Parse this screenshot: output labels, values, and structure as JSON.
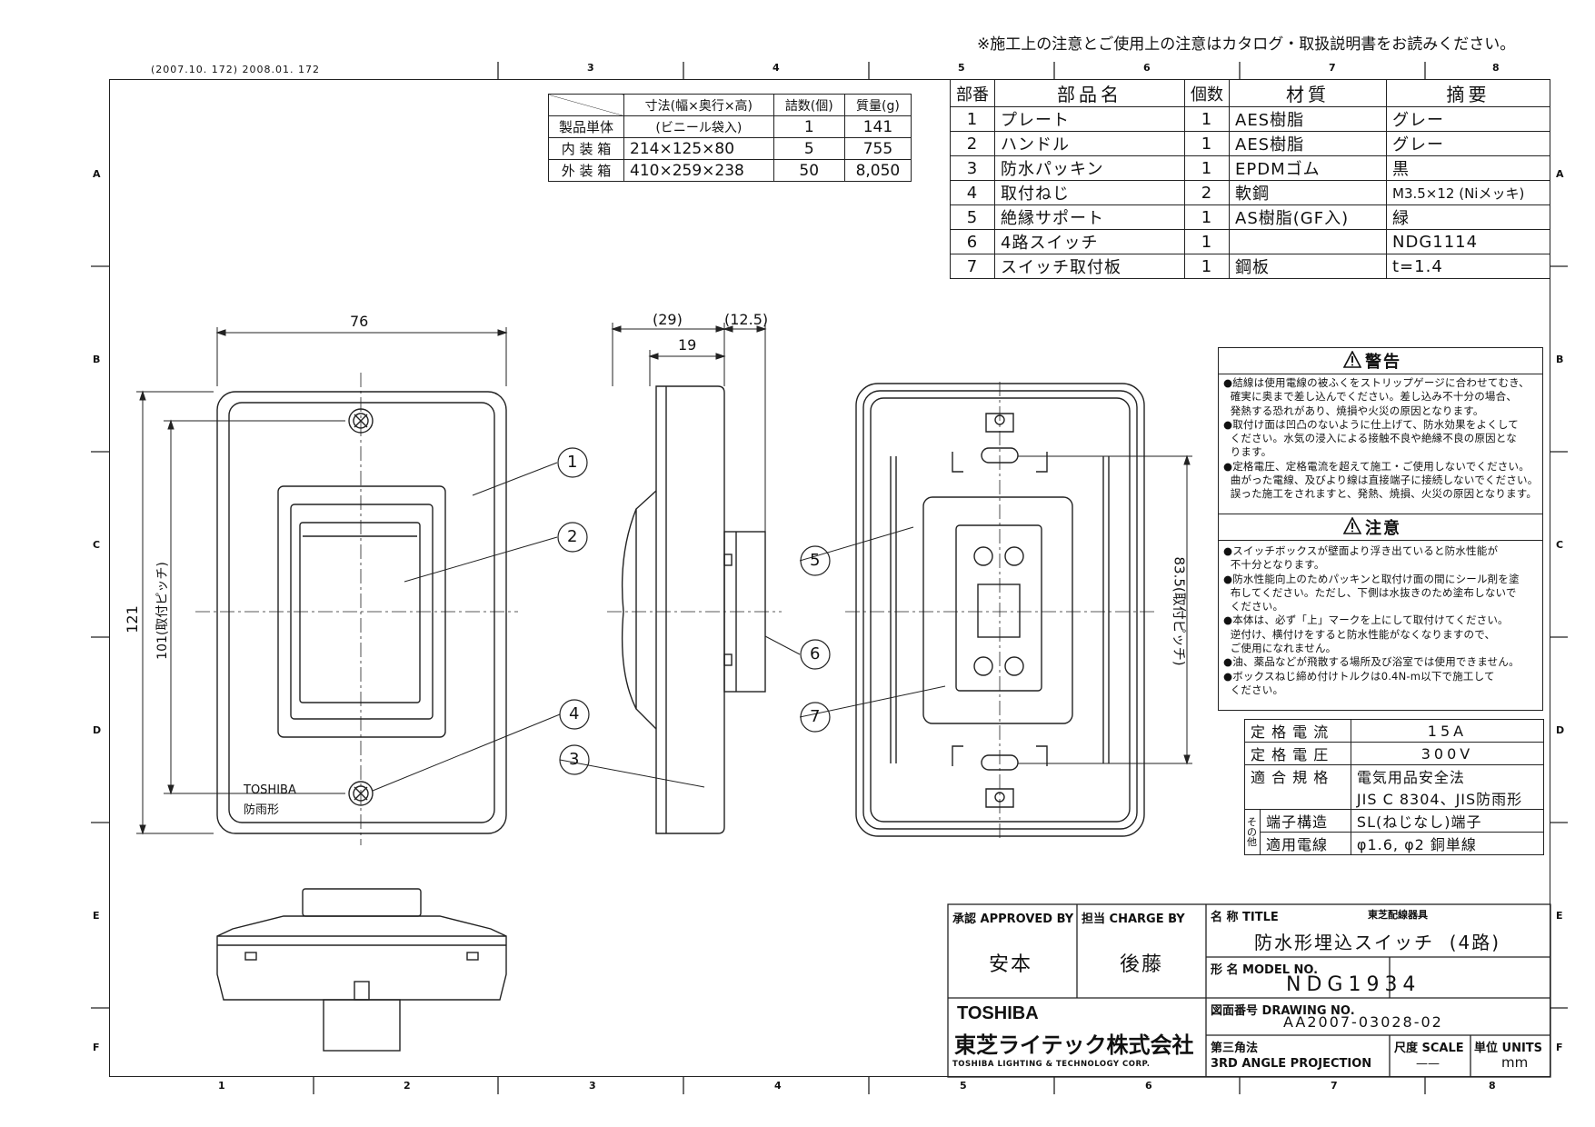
{
  "header": {
    "note": "※施工上の注意とご使用上の注意はカタログ・取扱説明書をお読みください。",
    "revision": "(2007.10.  172)    2008.01.     172"
  },
  "zones": {
    "top": [
      "3",
      "4",
      "5",
      "6",
      "7",
      "8"
    ],
    "bottom": [
      "1",
      "2",
      "3",
      "4",
      "5",
      "6",
      "7",
      "8"
    ],
    "rows": [
      "A",
      "B",
      "C",
      "D",
      "E",
      "F"
    ]
  },
  "packing": {
    "headers": [
      "寸法(幅×奥行×高)",
      "詰数(個)",
      "質量(g)"
    ],
    "rows": [
      {
        "name": "製品単体",
        "dims": "(ビニール袋入)",
        "qty": "1",
        "mass": "141"
      },
      {
        "name": "内 装 箱",
        "dims": "214×125×80",
        "qty": "5",
        "mass": "755"
      },
      {
        "name": "外 装 箱",
        "dims": "410×259×238",
        "qty": "50",
        "mass": "8,050"
      }
    ]
  },
  "parts": {
    "headers": [
      "部番",
      "部品名",
      "個数",
      "材質",
      "摘要"
    ],
    "rows": [
      {
        "no": "1",
        "name": "プレート",
        "qty": "1",
        "material": "AES樹脂",
        "note": "グレー"
      },
      {
        "no": "2",
        "name": "ハンドル",
        "qty": "1",
        "material": "AES樹脂",
        "note": "グレー"
      },
      {
        "no": "3",
        "name": "防水パッキン",
        "qty": "1",
        "material": "EPDMゴム",
        "note": "黒"
      },
      {
        "no": "4",
        "name": "取付ねじ",
        "qty": "2",
        "material": "軟鋼",
        "note": "M3.5×12 (Niメッキ)"
      },
      {
        "no": "5",
        "name": "絶縁サポート",
        "qty": "1",
        "material": "AS樹脂(GF入)",
        "note": "緑"
      },
      {
        "no": "6",
        "name": "4路スイッチ",
        "qty": "1",
        "material": "",
        "note": "NDG1114"
      },
      {
        "no": "7",
        "name": "スイッチ取付板",
        "qty": "1",
        "material": "鋼板",
        "note": "t=1.4"
      }
    ]
  },
  "warning": {
    "title": "警告",
    "text": "●結線は使用電線の被ふくをストリップゲージに合わせてむき、\n  確実に奥まで差し込んでください。差し込み不十分の場合、\n  発熱する恐れがあり、焼損や火災の原因となります。\n●取付け面は凹凸のないように仕上げて、防水効果をよくして\n  ください。水気の浸入による接触不良や絶縁不良の原因とな\n  ります。\n●定格電圧、定格電流を超えて施工・ご使用しないでください。\n  曲がった電線、及びより線は直接端子に接続しないでください。\n  誤った施工をされますと、発熱、焼損、火災の原因となります。"
  },
  "caution": {
    "title": "注意",
    "text": "●スイッチボックスが壁面より浮き出ていると防水性能が\n  不十分となります。\n●防水性能向上のためパッキンと取付け面の間にシール剤を塗\n  布してください。ただし、下側は水抜きのため塗布しないで\n  ください。\n●本体は、必ず「上」マークを上にして取付けてください。\n  逆付け、横付けをすると防水性能がなくなりますので、\n  ご使用になれません。\n●油、薬品などが飛散する場所及び浴室では使用できません。\n●ボックスねじ締め付けトルクは0.4N-m以下で施工して\n  ください。"
  },
  "ratings": {
    "current_label": "定 格 電 流",
    "current": "15A",
    "voltage_label": "定 格 電 圧",
    "voltage": "300V",
    "standard_label": "適 合 規 格",
    "standard1": "電気用品安全法",
    "standard2": "JIS C 8304、JIS防雨形",
    "other_label": "その他",
    "terminal_label": "端子構造",
    "terminal": "SL(ねじなし)端子",
    "wire_label": "適用電線",
    "wire": "φ1.6, φ2  銅単線"
  },
  "dimensions": {
    "width": "76",
    "height": "121",
    "pitch": "101(取付ピッチ)",
    "depth_total": "(29)",
    "depth_body": "19",
    "depth_rear": "(12.5)",
    "rear_pitch": "83.5(取付ピッチ)"
  },
  "labels": {
    "front_brand": "TOSHIBA",
    "front_type": "防雨形",
    "callouts": [
      "1",
      "2",
      "3",
      "4",
      "5",
      "6",
      "7"
    ]
  },
  "titleblock": {
    "approved_label": "承認 APPROVED BY",
    "approved": "安本",
    "charge_label": "担当 CHARGE BY",
    "charge": "後藤",
    "title_label": "名 称 TITLE",
    "subtitle": "東芝配線器具",
    "title": "防水形埋込スイッチ  (4路)",
    "model_label": "形 名 MODEL NO.",
    "model": "NDG1934",
    "drawing_label": "図面番号 DRAWING NO.",
    "drawing": "AA2007-03028-02",
    "projection_label": "第三角法",
    "projection": "3RD ANGLE PROJECTION",
    "scale_label": "尺度 SCALE",
    "scale": "——",
    "units_label": "単位 UNITS",
    "units": "mm",
    "company_logo": "TOSHIBA",
    "company": "東芝ライテック株式会社",
    "company_en": "TOSHIBA LIGHTING & TECHNOLOGY CORP."
  }
}
